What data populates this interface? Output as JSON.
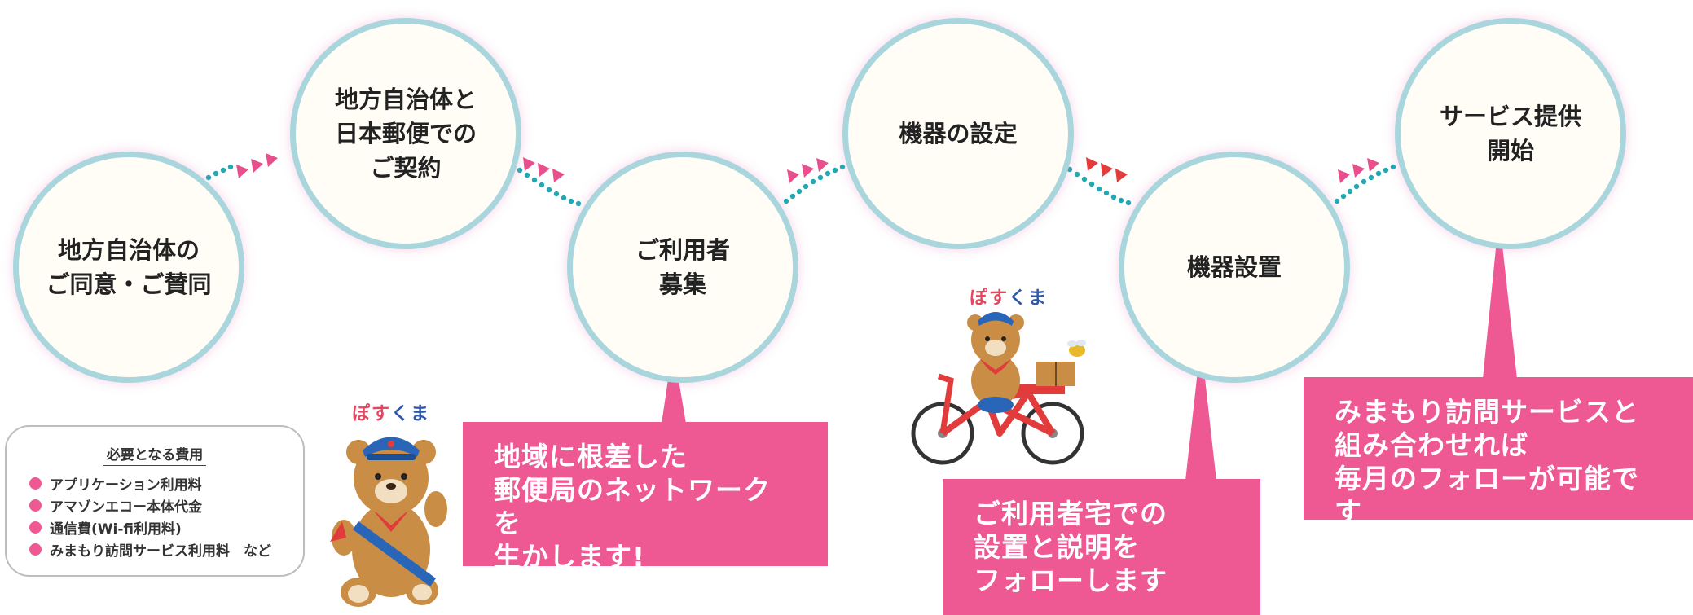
{
  "steps": [
    {
      "label": "地方自治体の\nご同意・ご賛同"
    },
    {
      "label": "地方自治体と\n日本郵便での\nご契約"
    },
    {
      "label": "ご利用者\n募集"
    },
    {
      "label": "機器の設定"
    },
    {
      "label": "機器設置"
    },
    {
      "label": "サービス提供\n開始"
    }
  ],
  "callouts": {
    "network": "地域に根差した\n郵便局のネットワークを\n生かします!",
    "install": "ご利用者宅での\n設置と説明を\nフォローします",
    "service": "みまもり訪問サービスと\n組み合わせれば\n毎月のフォローが可能です"
  },
  "costs": {
    "title": "必要となる費用",
    "items": [
      "アプリケーション利用料",
      "アマゾンエコー本体代金",
      "通信費(Wi-fi利用料)",
      "みまもり訪問サービス利用料　など"
    ]
  },
  "mascot": {
    "name_part1": "ぽす",
    "name_part2": "くま"
  },
  "colors": {
    "accent_pink": "#ee5893",
    "circle_border": "#a9d6dc",
    "dots_teal": "#21a9b3",
    "arrow_pink": "#e84f8c",
    "arrow_red": "#e23b3b"
  }
}
